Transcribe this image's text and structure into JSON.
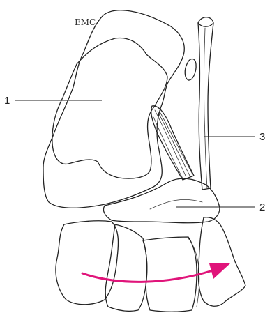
{
  "logo_text": "EMC",
  "labels": {
    "l1": "1",
    "l2": "2",
    "l3": "3"
  },
  "colors": {
    "arrow": "#e0147a",
    "line": "#222222"
  }
}
